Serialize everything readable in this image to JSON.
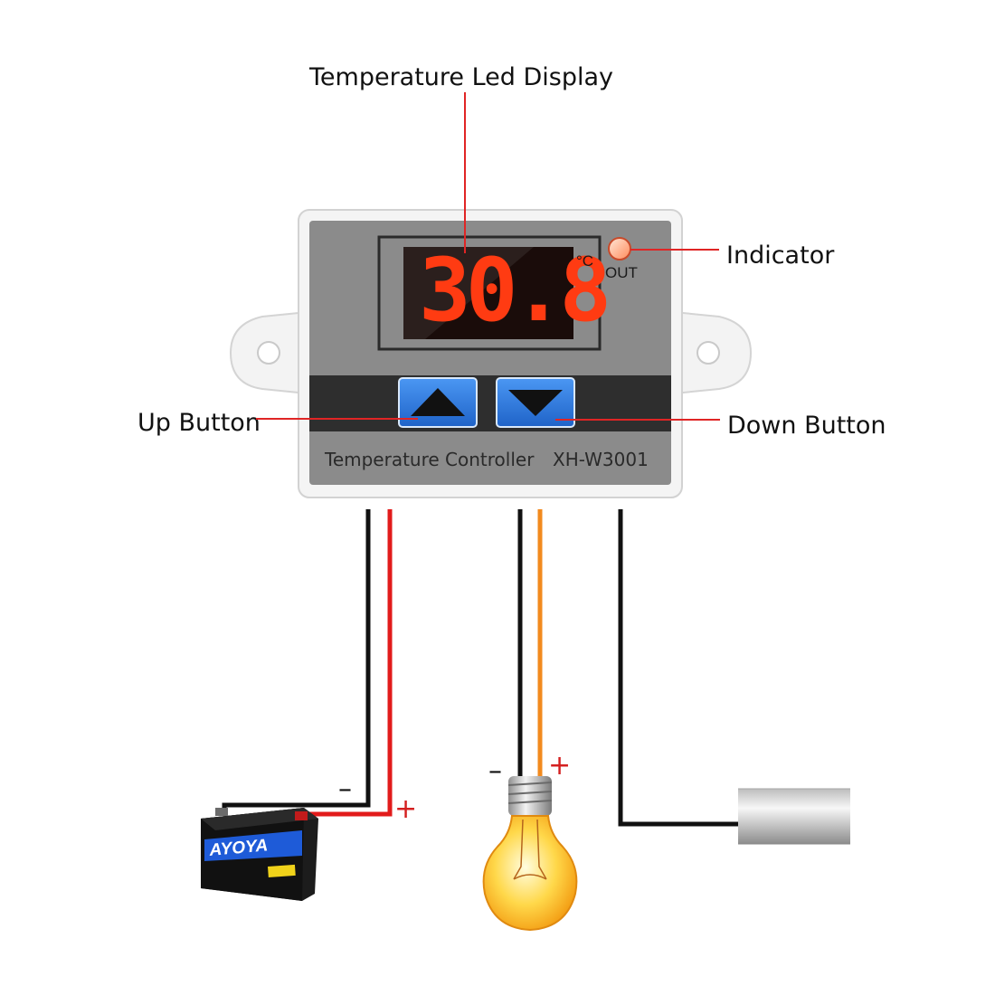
{
  "callouts": {
    "display": "Temperature Led Display",
    "indicator": "Indicator",
    "up_button": "Up Button",
    "down_button": "Down Button"
  },
  "device": {
    "reading": "30.8",
    "unit": "°C",
    "out_label": "OUT",
    "name": "Temperature Controller",
    "model": "XH-W3001"
  },
  "wiring": {
    "battery_minus": "–",
    "battery_plus": "+",
    "lamp_minus": "–",
    "lamp_plus": "+",
    "battery_brand": "AYOYA"
  },
  "colors": {
    "panel": "#8a8a8a",
    "bezel": "#f2f2f2",
    "button_blue": "#2f7fe6",
    "led_red": "#ff3b12",
    "callout_line": "#e02525",
    "wire_red": "#e21b1b",
    "wire_orange": "#f28a1e",
    "wire_black": "#111111"
  }
}
